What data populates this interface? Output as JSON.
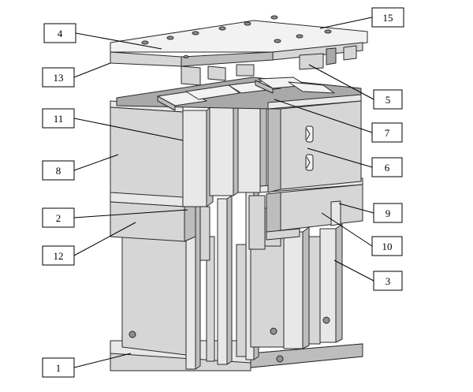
{
  "labels": {
    "l1": "1",
    "l2": "2",
    "l3": "3",
    "l4": "4",
    "l5": "5",
    "l6": "6",
    "l7": "7",
    "l8": "8",
    "l9": "9",
    "l10": "10",
    "l11": "11",
    "l12": "12",
    "l13": "13",
    "l15": "15"
  }
}
